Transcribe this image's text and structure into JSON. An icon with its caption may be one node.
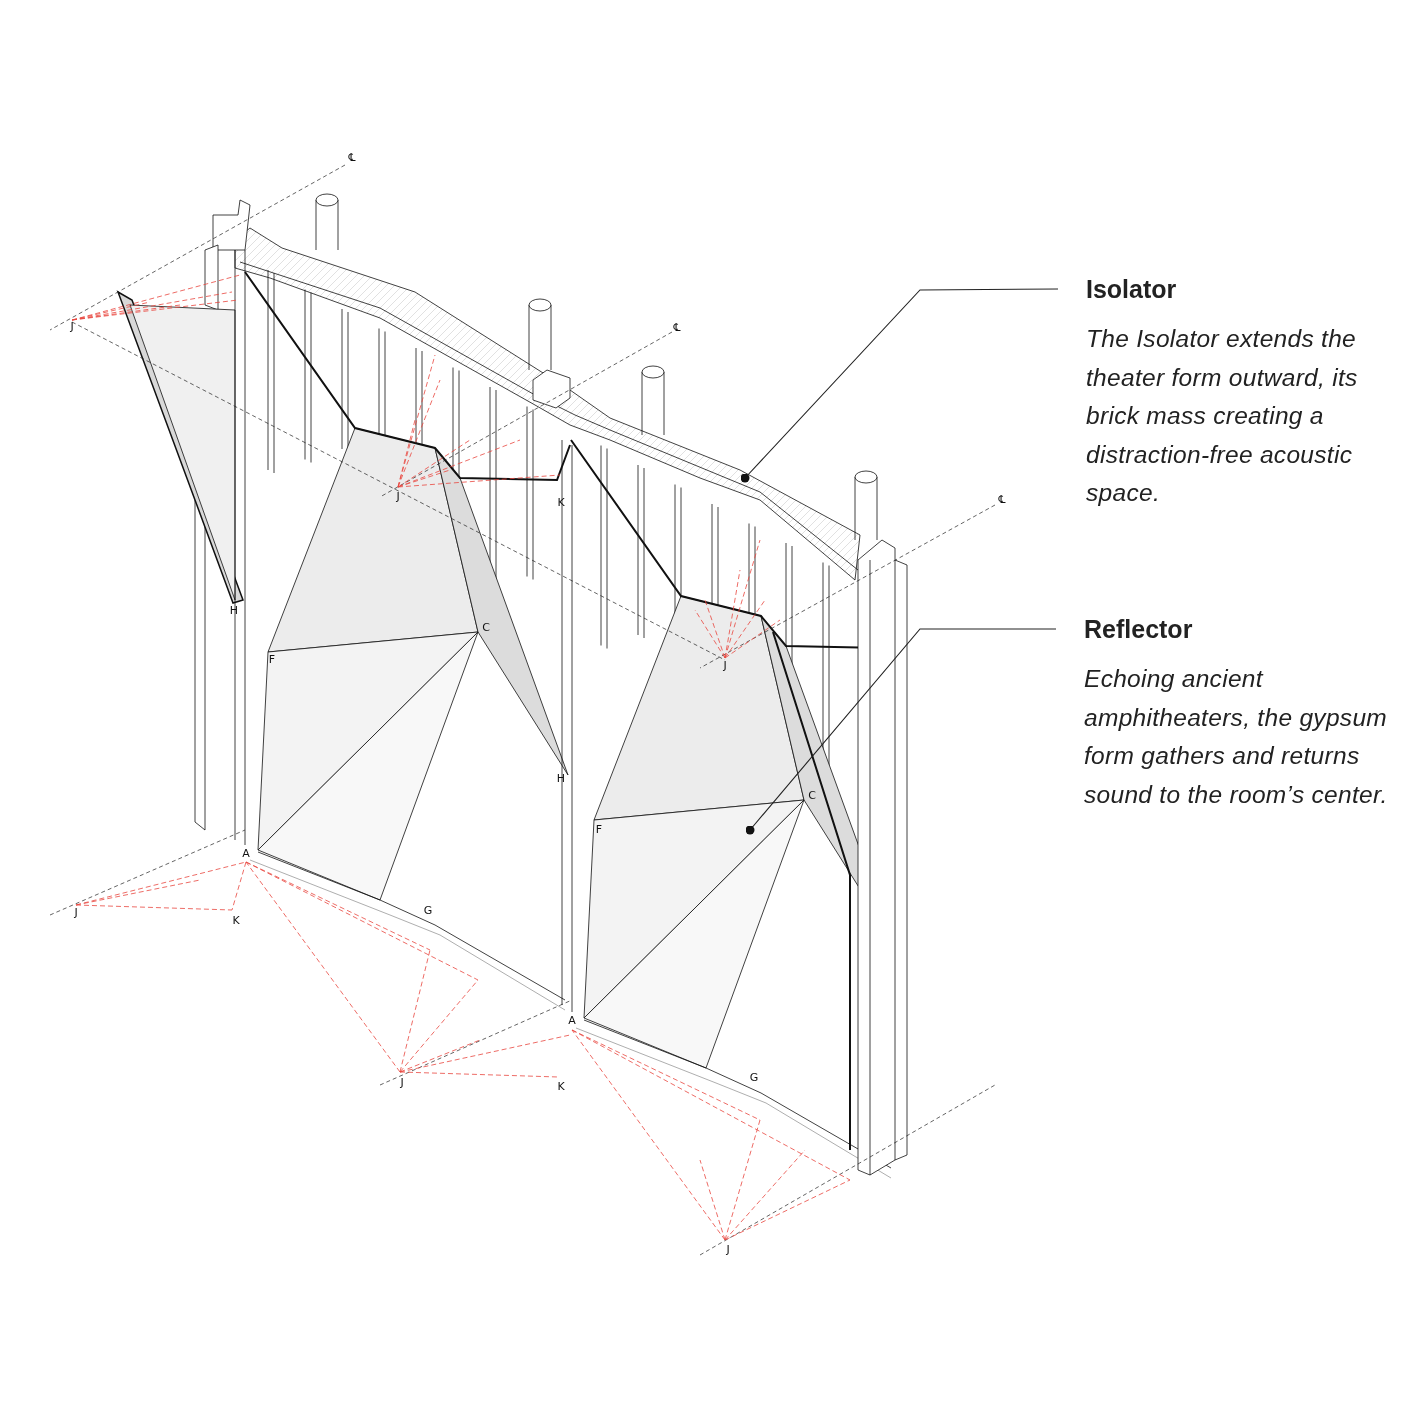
{
  "diagram": {
    "nodes": [
      {
        "text": [
          "Isolator",
          "The Isolator extends the theater form outward, its brick mass creating a distraction-free acoustic space."
        ]
      },
      {
        "text": [
          "Reflector",
          "Echoing ancient amphitheaters, the gypsum form gathers and returns sound to the room’s center."
        ]
      }
    ],
    "edges": [
      {
        "from": 0,
        "to": null,
        "arrow": "other"
      },
      {
        "from": 1,
        "to": null,
        "arrow": "other"
      }
    ],
    "labels": [
      "℄",
      "J",
      "℄",
      "J",
      "℄",
      "K",
      "H",
      "C",
      "F",
      "J",
      "H",
      "C",
      "F",
      "A",
      "G",
      "J",
      "K",
      "A",
      "G",
      "J",
      "K",
      "J"
    ]
  }
}
